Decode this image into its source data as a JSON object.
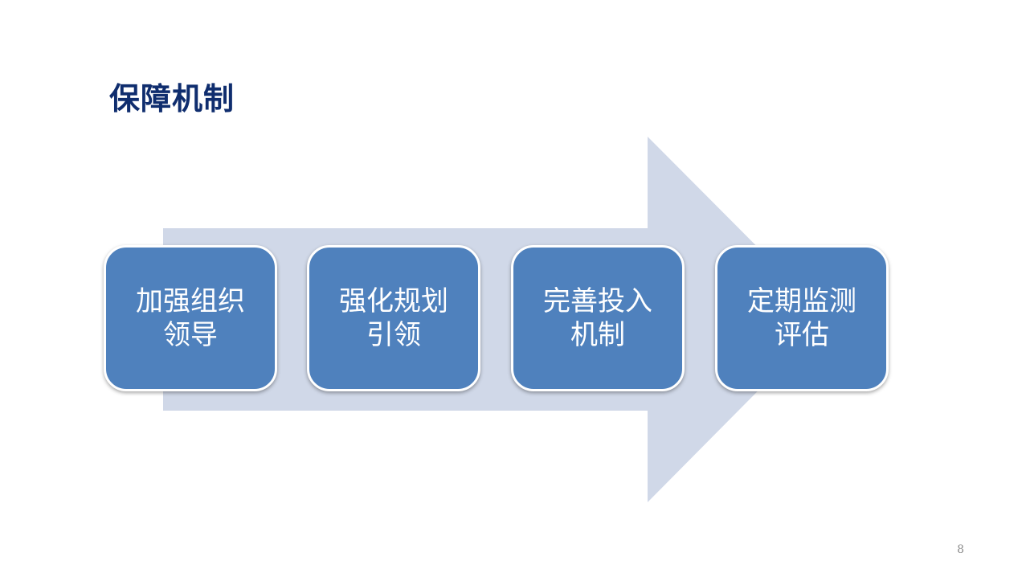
{
  "slide": {
    "title": "保障机制",
    "page_number": "8"
  },
  "colors": {
    "title": "#0f2d6e",
    "arrow": "#d0d8e8",
    "box_fill": "#4f81bd",
    "box_text": "#ffffff"
  },
  "steps": [
    {
      "label": "加强组织领导"
    },
    {
      "label": "强化规划引领"
    },
    {
      "label": "完善投入机制"
    },
    {
      "label": "定期监测评估"
    }
  ]
}
